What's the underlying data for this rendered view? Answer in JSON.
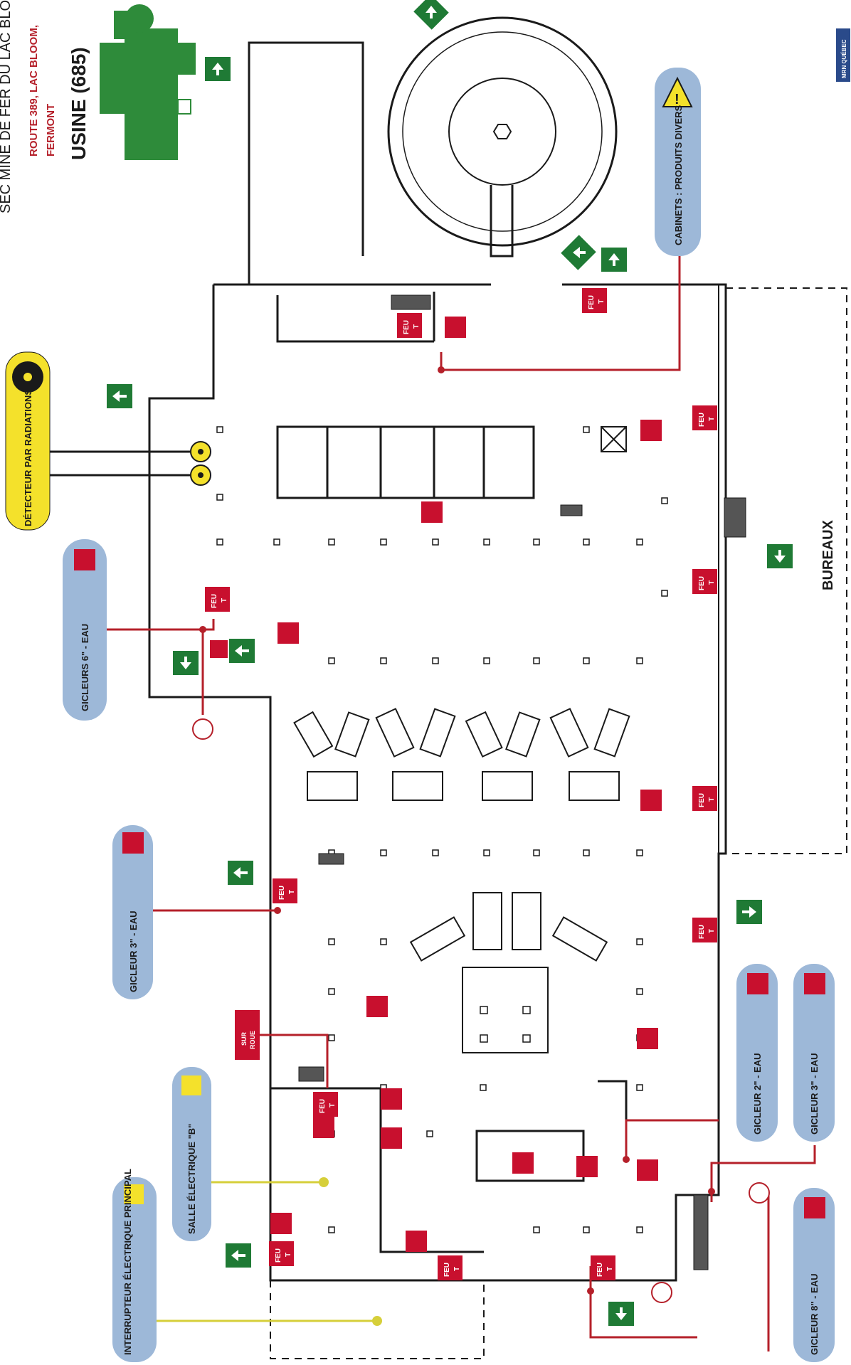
{
  "header": {
    "title_partial": "SEC MINE DE FER DU LAC BLO",
    "address": "ROUTE 389, LAC BLOOM,",
    "city": "FERMONT",
    "building": "USINE (685)",
    "agency": "MRN QUÉBEC"
  },
  "callouts": {
    "radiation_detector": "DÉTECTEUR PAR RADIATIONS",
    "cabinets": "CABINETS : PRODUITS DIVERS",
    "sprinklers_6": "GICLEURS 6\" - EAU",
    "sprinkler_3_left": "GICLEUR 3\" - EAU",
    "electrical_room_b": "SALLE ÉLECTRIQUE \"B\"",
    "main_switch": "INTERRUPTEUR ÉLECTRIQUE PRINCIPAL",
    "sprinkler_2": "GICLEUR 2\" - EAU",
    "sprinkler_3_right": "GICLEUR 3\" - EAU",
    "sprinkler_8": "GICLEUR 8\" - EAU"
  },
  "labels": {
    "offices": "BUREAUX",
    "fire": "FEU",
    "fire_t": "T",
    "on_wheels_1": "SUR",
    "on_wheels_2": "ROUE"
  },
  "colors": {
    "fire_red": "#c8102e",
    "exit_green": "#1f7a35",
    "callout_blue": "#9db8d8",
    "callout_yellow": "#f4e12b",
    "building_green": "#2e8b3a",
    "wall_dark": "#1a1a1a"
  }
}
